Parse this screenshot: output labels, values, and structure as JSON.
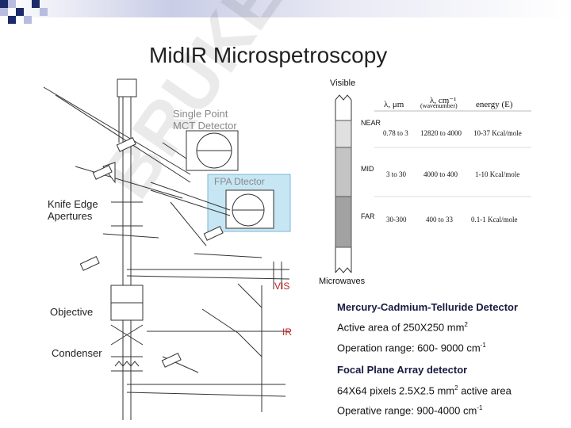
{
  "title": "MidIR Microspetroscopy",
  "diagram": {
    "labels": {
      "single_point": "Single Point",
      "mct_detector": "MCT Detector",
      "fpa_detector": "FPA Dtector",
      "knife_edge": "Knife Edge",
      "apertures": "Apertures",
      "objective": "Objective",
      "condenser": "Condenser",
      "vis": "VIS",
      "ir": "IR"
    },
    "watermark": "BRUKER",
    "fpa_box_color": "#c6e6f4"
  },
  "spectrum": {
    "top_label": "Visible",
    "bottom_label": "Microwaves",
    "columns": [
      "λ, μm",
      "λ, cm⁻¹",
      "(wavenumber)",
      "energy (E)"
    ],
    "rows": [
      {
        "band": "NEAR",
        "um": "0.78 to 3",
        "cm": "12820 to 4000",
        "energy": "10-37 Kcal/mole",
        "color": "#e0e0e0"
      },
      {
        "band": "MID",
        "um": "3 to 30",
        "cm": "4000 to 400",
        "energy": "1-10 Kcal/mole",
        "color": "#c4c4c4"
      },
      {
        "band": "FAR",
        "um": "30-300",
        "cm": "400 to 33",
        "energy": "0.1-1 Kcal/mole",
        "color": "#a2a2a2"
      }
    ]
  },
  "text": {
    "mct_heading": "Mercury-Cadmium-Telluride Detector",
    "mct_area_pre": "Active area of 250X250 mm",
    "mct_area_sup": "2",
    "mct_range_pre": "Operation range: 600- 9000 cm",
    "mct_range_sup": "-1",
    "fpa_heading": "Focal Plane Array detector",
    "fpa_pixels_pre": "64X64 pixels 2.5X2.5 mm",
    "fpa_pixels_sup": "2",
    "fpa_pixels_post": " active area",
    "fpa_range_pre": "Operative range: 900-4000 cm",
    "fpa_range_sup": "-1"
  }
}
